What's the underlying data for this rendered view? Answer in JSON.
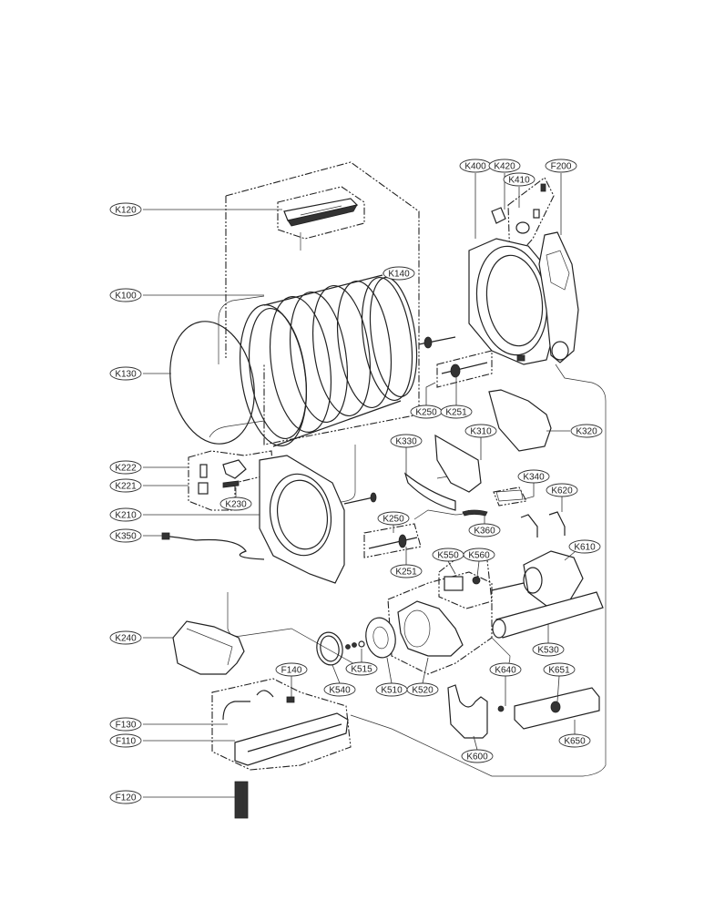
{
  "diagram": {
    "title": "Dryer drum and motor assembly exploded parts diagram",
    "labels": [
      {
        "id": "K120",
        "text": "K120"
      },
      {
        "id": "K100",
        "text": "K100"
      },
      {
        "id": "K140",
        "text": "K140"
      },
      {
        "id": "K130",
        "text": "K130"
      },
      {
        "id": "K400",
        "text": "K400"
      },
      {
        "id": "K420",
        "text": "K420"
      },
      {
        "id": "K410",
        "text": "K410"
      },
      {
        "id": "F200",
        "text": "F200"
      },
      {
        "id": "K250a",
        "text": "K250"
      },
      {
        "id": "K251a",
        "text": "K251"
      },
      {
        "id": "K310",
        "text": "K310"
      },
      {
        "id": "K320",
        "text": "K320"
      },
      {
        "id": "K330",
        "text": "K330"
      },
      {
        "id": "K340",
        "text": "K340"
      },
      {
        "id": "K620",
        "text": "K620"
      },
      {
        "id": "K222",
        "text": "K222"
      },
      {
        "id": "K221",
        "text": "K221"
      },
      {
        "id": "K230",
        "text": "K230"
      },
      {
        "id": "K210",
        "text": "K210"
      },
      {
        "id": "K350",
        "text": "K350"
      },
      {
        "id": "K360",
        "text": "K360"
      },
      {
        "id": "K250b",
        "text": "K250"
      },
      {
        "id": "K251b",
        "text": "K251"
      },
      {
        "id": "K550",
        "text": "K550"
      },
      {
        "id": "K560",
        "text": "K560"
      },
      {
        "id": "K610",
        "text": "K610"
      },
      {
        "id": "K240",
        "text": "K240"
      },
      {
        "id": "K530",
        "text": "K530"
      },
      {
        "id": "K515",
        "text": "K515"
      },
      {
        "id": "K540",
        "text": "K540"
      },
      {
        "id": "K510",
        "text": "K510"
      },
      {
        "id": "K520",
        "text": "K520"
      },
      {
        "id": "F140",
        "text": "F140"
      },
      {
        "id": "K640",
        "text": "K640"
      },
      {
        "id": "K651",
        "text": "K651"
      },
      {
        "id": "F130",
        "text": "F130"
      },
      {
        "id": "F110",
        "text": "F110"
      },
      {
        "id": "K600",
        "text": "K600"
      },
      {
        "id": "K650",
        "text": "K650"
      },
      {
        "id": "F120",
        "text": "F120"
      }
    ]
  }
}
